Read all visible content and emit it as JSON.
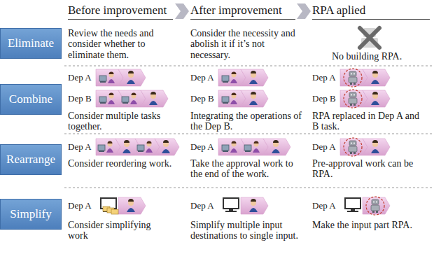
{
  "diagram": {
    "nodes": [
      {
        "text": [
          "Eliminate"
        ]
      },
      {
        "text": [
          "Combine"
        ]
      },
      {
        "text": [
          "Dep A"
        ]
      },
      {
        "text": [
          "Dep A"
        ]
      },
      {
        "text": [
          "Dep A"
        ]
      },
      {
        "text": [
          "Dep B"
        ]
      },
      {
        "text": [
          "Dep B"
        ]
      },
      {
        "text": [
          "Dep B"
        ]
      },
      {
        "text": [
          "Rearrange"
        ]
      },
      {
        "text": [
          "Dep A"
        ]
      },
      {
        "text": [
          "Dep A"
        ]
      },
      {
        "text": [
          "Dep A"
        ]
      },
      {
        "text": [
          "Simplify"
        ]
      },
      {
        "text": [
          "Dep A"
        ]
      },
      {
        "text": [
          "Dep A"
        ]
      },
      {
        "text": [
          "Dep A"
        ]
      }
    ],
    "labels": [
      "Before improvement",
      "After improvement",
      "RPA aplied",
      "Review the needs and consider whether to eliminate them.",
      "Consider the necessity and abolish it if it’s not necessary.",
      "No building RPA.",
      "Consider multiple tasks together.",
      "Integrating the operations of the Dep B.",
      "RPA replaced in Dep A and B task.",
      "Consider reordering work.",
      "Take the approval work to the end of the work.",
      "Pre-approval work can be RPA.",
      "Consider simplifying work",
      "Simplify multiple input destinations to single input.",
      "Make the input part RPA."
    ]
  }
}
